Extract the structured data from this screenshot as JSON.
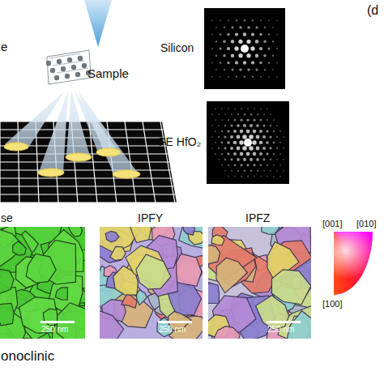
{
  "diagram": {
    "labels": [
      "e",
      "Sample",
      "Silicon",
      "FE HfO₂",
      "(d",
      "se",
      "IPFY",
      "IPFZ",
      "250 nm",
      "250 nm",
      "250 nm",
      "[001]",
      "[010]",
      "[100]",
      "onoclinic"
    ]
  }
}
